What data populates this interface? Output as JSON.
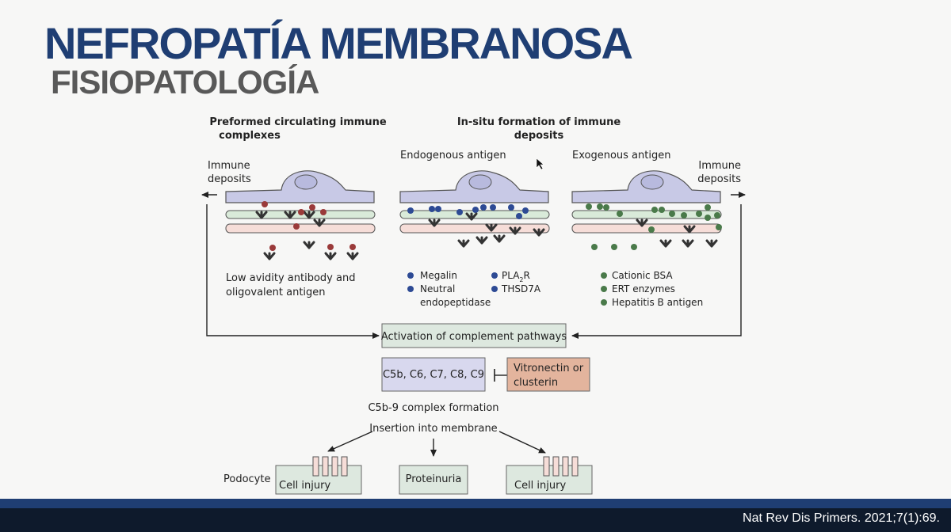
{
  "slide": {
    "title": "NEFROPATÍA MEMBRANOSA",
    "subtitle": "FISIOPATOLOGÍA",
    "citation": "Nat Rev Dis Primers. 2021;7(1):69."
  },
  "diagram": {
    "header_left": [
      "Preformed circulating immune",
      "complexes"
    ],
    "header_middle": [
      "In-situ formation of immune",
      "deposits"
    ],
    "endogenous_label": "Endogenous antigen",
    "exogenous_label": "Exogenous antigen",
    "immune_deposits_left": [
      "Immune",
      "deposits"
    ],
    "immune_deposits_right": [
      "Immune",
      "deposits"
    ],
    "left_caption": [
      "Low avidity antibody and",
      "oligovalent antigen"
    ],
    "endogenous_legend": {
      "megalin": "Megalin",
      "neutral": [
        "Neutral",
        "endopeptidase"
      ],
      "pla2r_main": "PLA",
      "pla2r_sub": "2",
      "pla2r_tail": "R",
      "thsd7a": "THSD7A"
    },
    "exogenous_legend": [
      "Cationic BSA",
      "ERT enzymes",
      "Hepatitis B antigen"
    ],
    "activation": "Activation of complement pathways",
    "complement": "C5b, C6, C7, C8, C9",
    "inhibitor": [
      "Vitronectin or",
      "clusterin"
    ],
    "complex_formation": "C5b-9 complex formation",
    "insertion": "Insertion into membrane",
    "podocyte": "Podocyte",
    "cell_injury_left": "Cell injury",
    "proteinuria": "Proteinuria",
    "cell_injury_right": "Cell injury"
  },
  "colors": {
    "title": "#1f3e73",
    "subtitle": "#595959",
    "footer_bar": "#1f3e73",
    "footer_bg": "#0e1a2c",
    "red_antigen": "#9a3a3a",
    "blue_antigen": "#2d4a94",
    "green_antigen": "#4a7a4a",
    "podocyte_fill": "#c8c9e6",
    "activation_box": "#dde8df",
    "complement_box": "#d8d8ee",
    "inhibitor_box": "#e3b49d"
  }
}
